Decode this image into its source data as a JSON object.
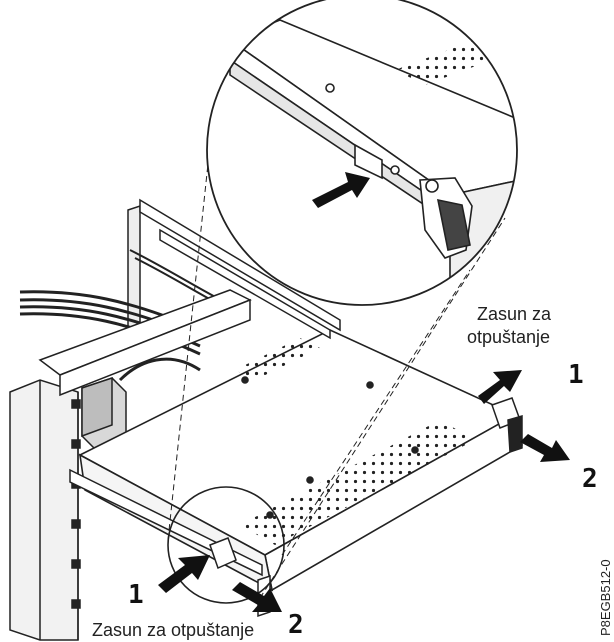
{
  "labels": {
    "latch_top_line1": "Zasun za",
    "latch_top_line2": "otpuštanje",
    "latch_bottom": "Zasun za otpuštanje",
    "callout_1": "1",
    "callout_2": "2",
    "figure_id": "P8EGB512-0"
  },
  "icons": {
    "push_arrow": "push-arrow-icon",
    "magnifier": "magnified-detail-circle"
  }
}
